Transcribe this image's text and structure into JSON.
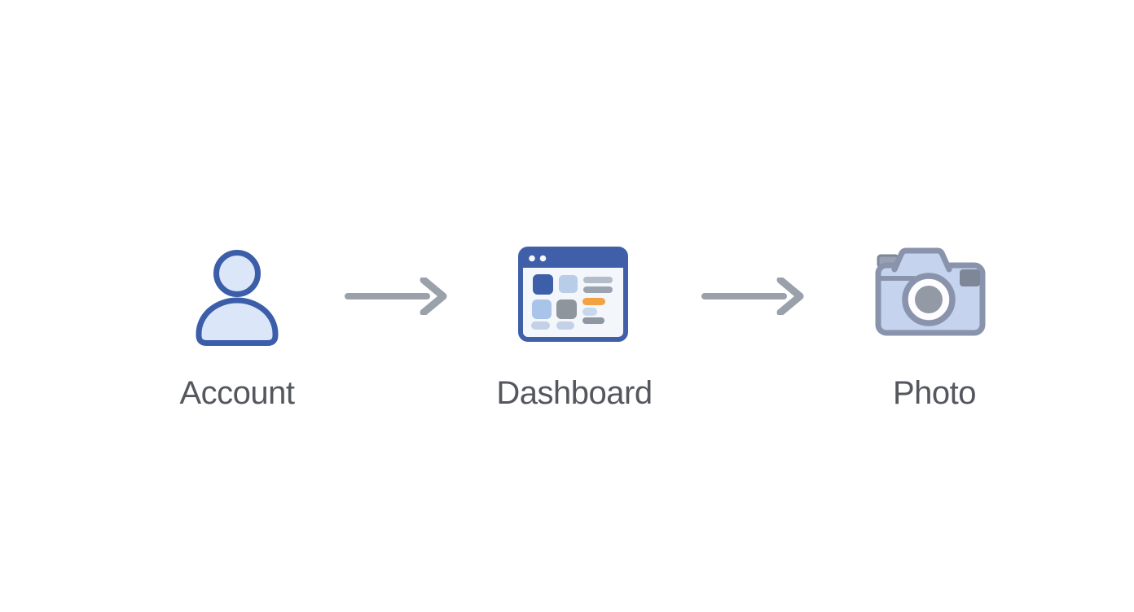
{
  "diagram": {
    "title": "account-to-photo-flow",
    "background": "#ffffff",
    "steps": [
      {
        "label": "Account",
        "icon": "user-icon"
      },
      {
        "label": "Dashboard",
        "icon": "dashboard-window-icon"
      },
      {
        "label": "Photo",
        "icon": "camera-icon"
      }
    ],
    "connectors": [
      {
        "from": "Account",
        "to": "Dashboard",
        "type": "arrow-right"
      },
      {
        "from": "Dashboard",
        "to": "Photo",
        "type": "arrow-right"
      }
    ],
    "colors": {
      "primary_blue": "#3c5ea9",
      "person_fill": "#dbe7f8",
      "window_frame": "#3f5fa8",
      "window_body": "#f3f7fc",
      "tile_dark_blue": "#3d5fa9",
      "tile_light_blue": "#b9cde9",
      "tile_sky_blue": "#a9c3e9",
      "tile_gray": "#8f959c",
      "bar_gray_light": "#b3bcc8",
      "bar_gray": "#9aa3ae",
      "bar_orange": "#f2a23e",
      "pill_light": "#c7d8ee",
      "camera_body": "#c5d3ee",
      "camera_outline": "#8a93ac",
      "camera_lens_gray": "#939aa6",
      "camera_flash_gray": "#7e8798",
      "arrow_gray": "#9aa1ab",
      "label_text": "#54575d"
    }
  }
}
